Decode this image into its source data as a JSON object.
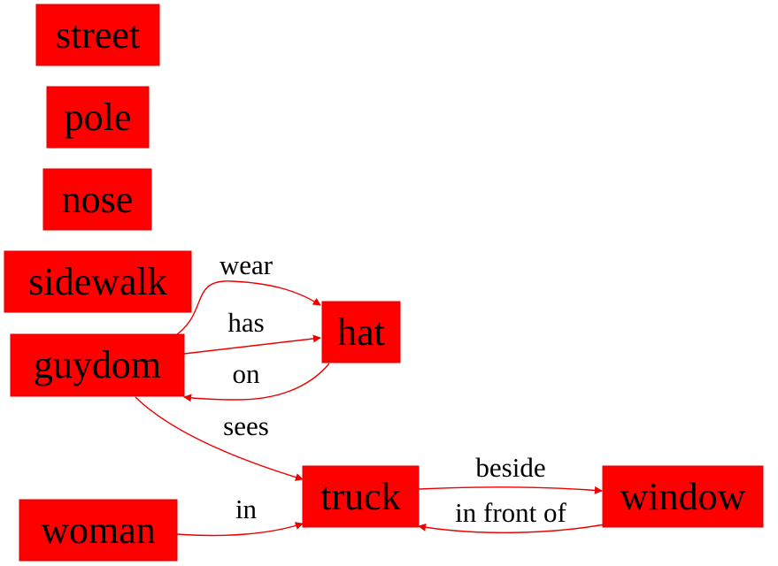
{
  "nodes": {
    "street": "street",
    "pole": "pole",
    "nose": "nose",
    "sidewalk": "sidewalk",
    "guydom": "guydom",
    "hat": "hat",
    "truck": "truck",
    "window": "window",
    "woman": "woman"
  },
  "edges": {
    "wear": "wear",
    "has": "has",
    "on": "on",
    "sees": "sees",
    "in": "in",
    "beside": "beside",
    "in_front_of": "in front of"
  },
  "colors": {
    "node_fill": "#ff0000",
    "edge_stroke": "#ee0000",
    "text": "#000000"
  }
}
